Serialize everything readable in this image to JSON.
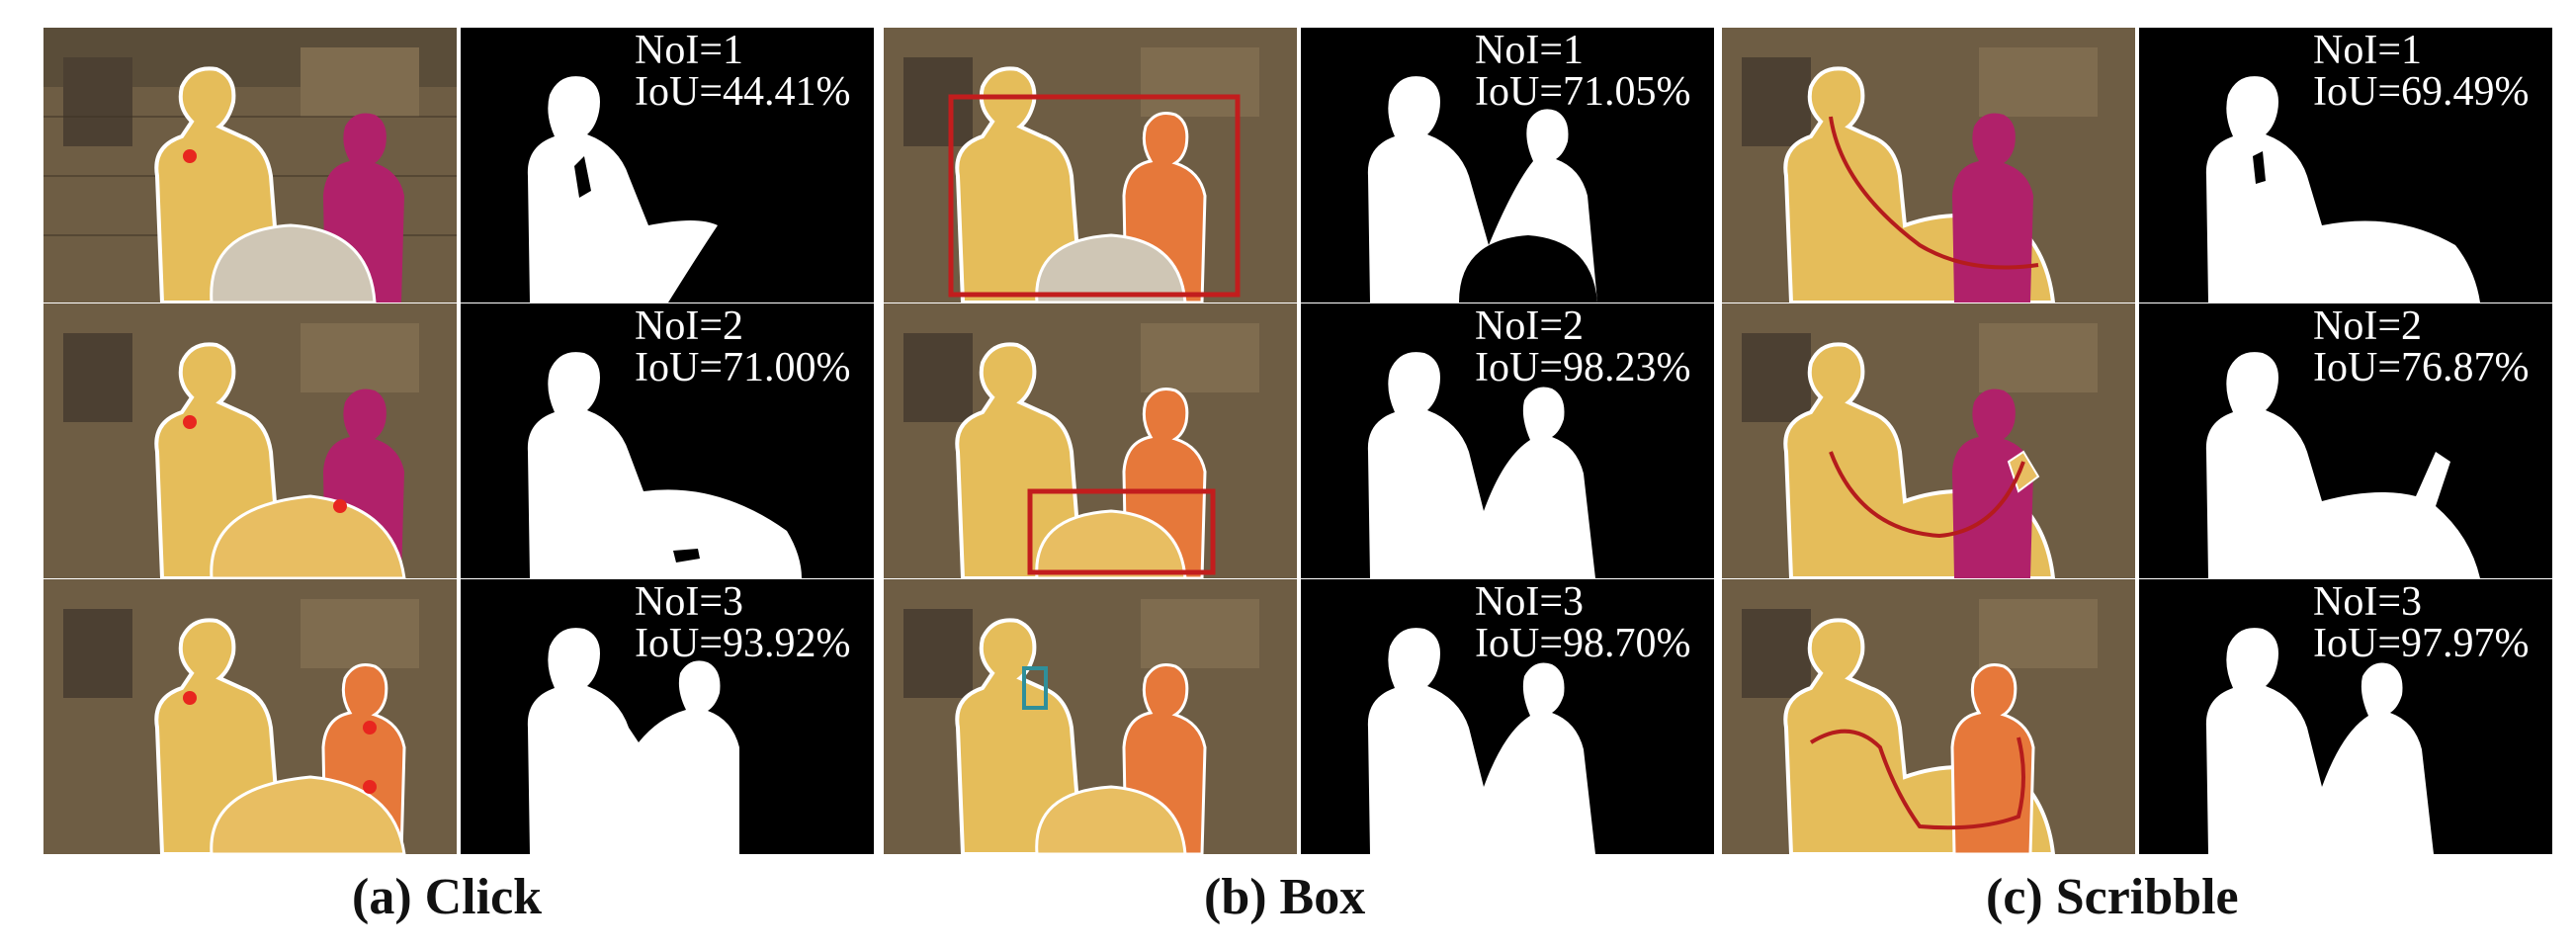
{
  "panels": [
    {
      "key": "click",
      "caption": "(a) Click",
      "rows": [
        {
          "noi": "NoI=1",
          "iou": "IoU=44.41%"
        },
        {
          "noi": "NoI=2",
          "iou": "IoU=71.00%"
        },
        {
          "noi": "NoI=3",
          "iou": "IoU=93.92%"
        }
      ]
    },
    {
      "key": "box",
      "caption": "(b) Box",
      "rows": [
        {
          "noi": "NoI=1",
          "iou": "IoU=71.05%"
        },
        {
          "noi": "NoI=2",
          "iou": "IoU=98.23%"
        },
        {
          "noi": "NoI=3",
          "iou": "IoU=98.70%"
        }
      ]
    },
    {
      "key": "scribble",
      "caption": "(c) Scribble",
      "rows": [
        {
          "noi": "NoI=1",
          "iou": "IoU=69.49%"
        },
        {
          "noi": "NoI=2",
          "iou": "IoU=76.87%"
        },
        {
          "noi": "NoI=3",
          "iou": "IoU=97.97%"
        }
      ]
    }
  ],
  "colors": {
    "prompt_click": "#e8261f",
    "prompt_box": "#c21d1d",
    "prompt_box_small": "#2f8f9a",
    "prompt_scribble": "#b51c1c",
    "mask_fg": "#ffffff",
    "mask_bg": "#000000",
    "overlay": "#f2c25a"
  }
}
